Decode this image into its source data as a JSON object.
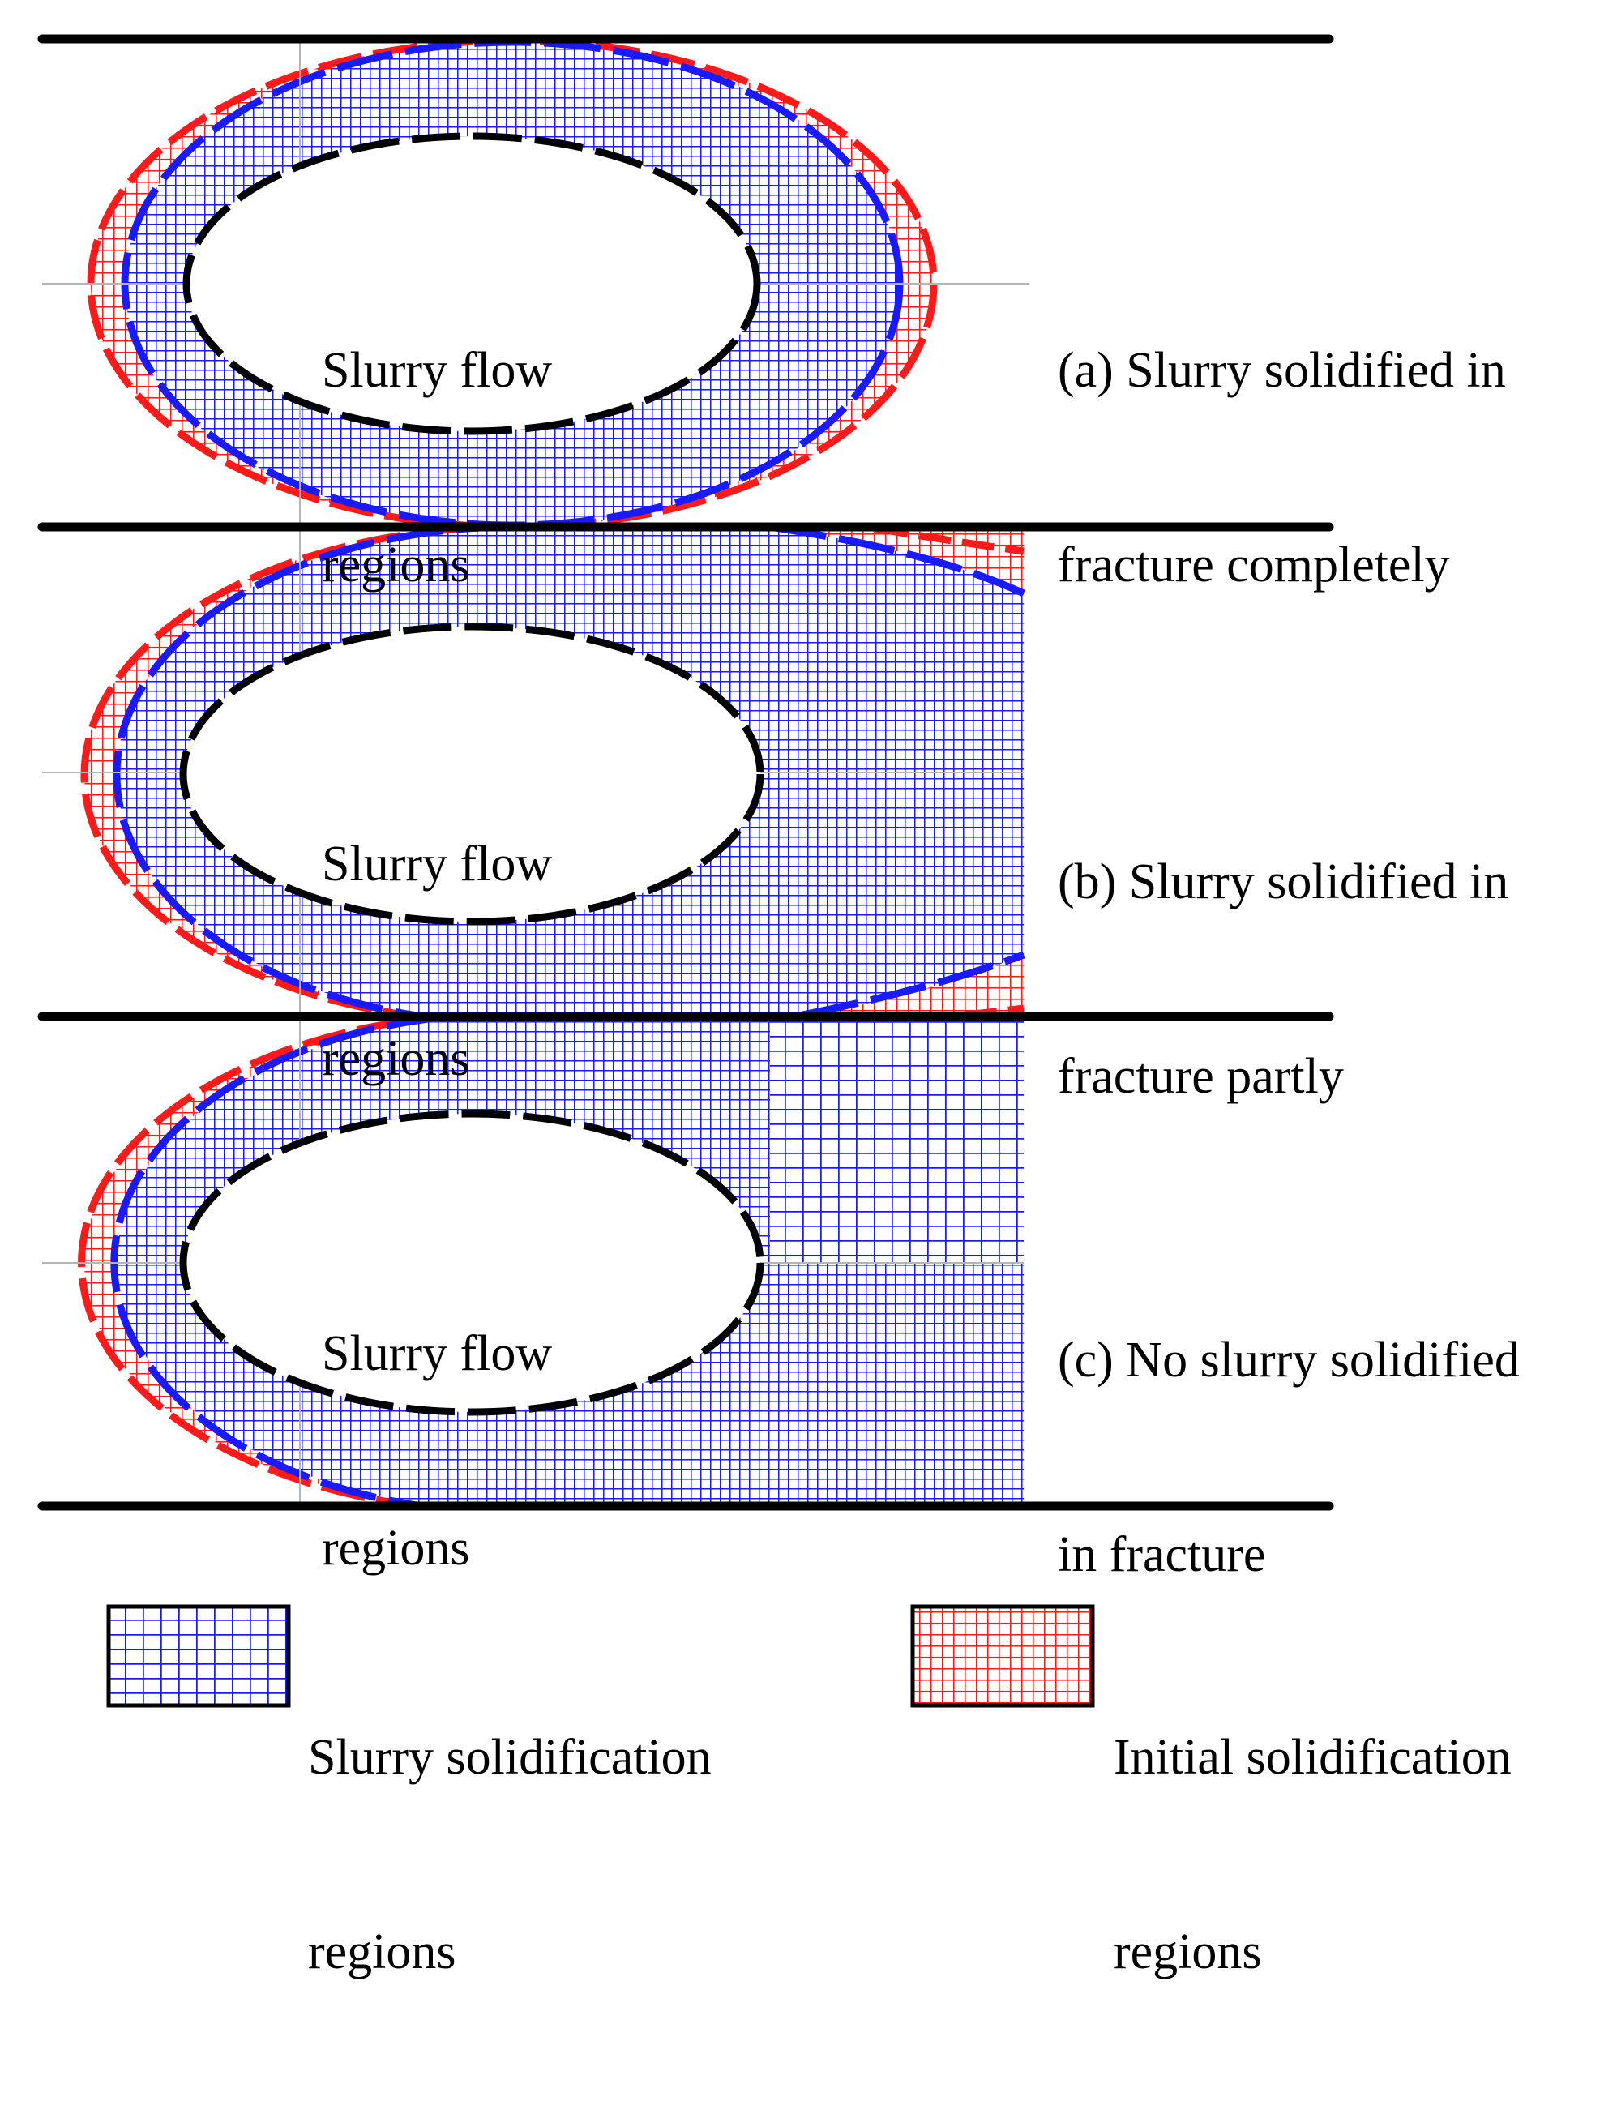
{
  "panels": [
    {
      "id": "a",
      "flow_line1": "Slurry flow",
      "flow_line2": "regions",
      "caption_line1": "(a) Slurry solidified in",
      "caption_line2": "fracture completely"
    },
    {
      "id": "b",
      "flow_line1": "Slurry flow",
      "flow_line2": "regions",
      "caption_line1": "(b) Slurry solidified in",
      "caption_line2": "fracture partly"
    },
    {
      "id": "c",
      "flow_line1": "Slurry flow",
      "flow_line2": "regions",
      "caption_line1": "(c) No slurry solidified",
      "caption_line2": "in fracture"
    }
  ],
  "legend": [
    {
      "line1": "Slurry solidification",
      "line2": "regions",
      "color": "#1a1aff"
    },
    {
      "line1": "Initial solidification",
      "line2": "regions",
      "color": "#ff1a1a"
    }
  ],
  "colors": {
    "slurry_solidification": "#1a1aff",
    "initial_solidification": "#ff1a1a",
    "fracture_lines": "#000000",
    "flow_boundary": "#000000"
  }
}
